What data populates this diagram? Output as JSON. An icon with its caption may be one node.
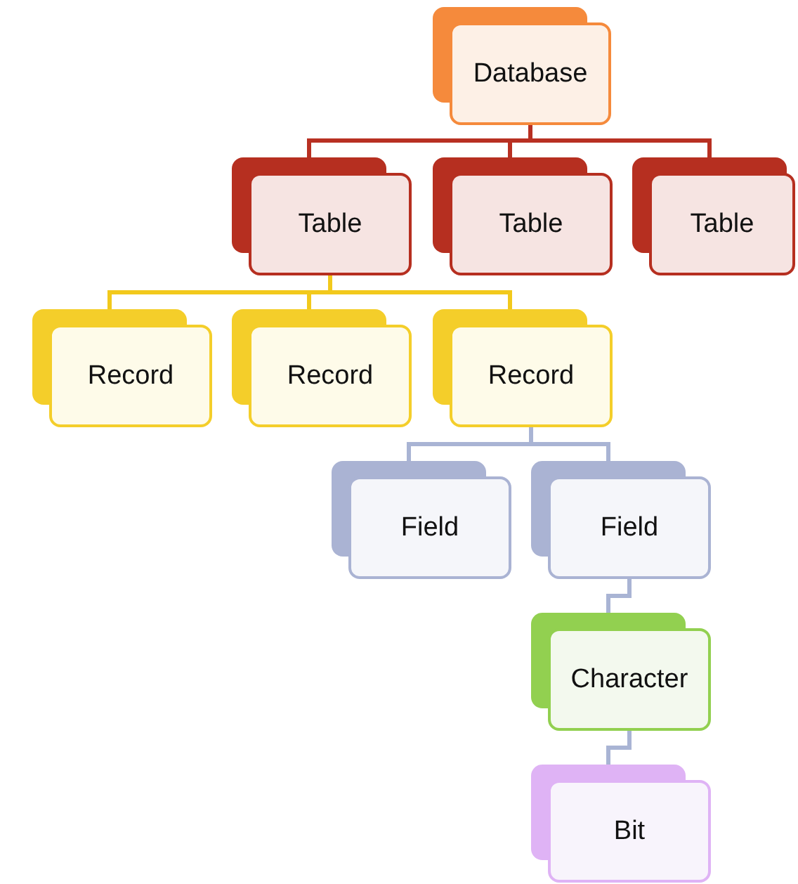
{
  "diagram": {
    "nodes": [
      {
        "text": [
          "Database"
        ]
      },
      {
        "text": [
          "Table"
        ]
      },
      {
        "text": [
          "Table"
        ]
      },
      {
        "text": [
          "Table"
        ]
      },
      {
        "text": [
          "Record"
        ]
      },
      {
        "text": [
          "Record"
        ]
      },
      {
        "text": [
          "Record"
        ]
      },
      {
        "text": [
          "Field"
        ]
      },
      {
        "text": [
          "Field"
        ]
      },
      {
        "text": [
          "Character"
        ]
      },
      {
        "text": [
          "Bit"
        ]
      }
    ],
    "edges": [
      {
        "from": 0,
        "to": 1,
        "arrow": "none",
        "color": "#b83022"
      },
      {
        "from": 0,
        "to": 2,
        "arrow": "none",
        "color": "#b83022"
      },
      {
        "from": 0,
        "to": 3,
        "arrow": "none",
        "color": "#b83022"
      },
      {
        "from": 1,
        "to": 4,
        "arrow": "none",
        "color": "#f2c91c"
      },
      {
        "from": 1,
        "to": 5,
        "arrow": "none",
        "color": "#f2c91c"
      },
      {
        "from": 1,
        "to": 6,
        "arrow": "none",
        "color": "#f2c91c"
      },
      {
        "from": 6,
        "to": 7,
        "arrow": "none"
      },
      {
        "from": 6,
        "to": 8,
        "arrow": "none"
      },
      {
        "from": 8,
        "to": 9,
        "arrow": "none"
      },
      {
        "from": 9,
        "to": 10,
        "arrow": "none"
      }
    ]
  }
}
